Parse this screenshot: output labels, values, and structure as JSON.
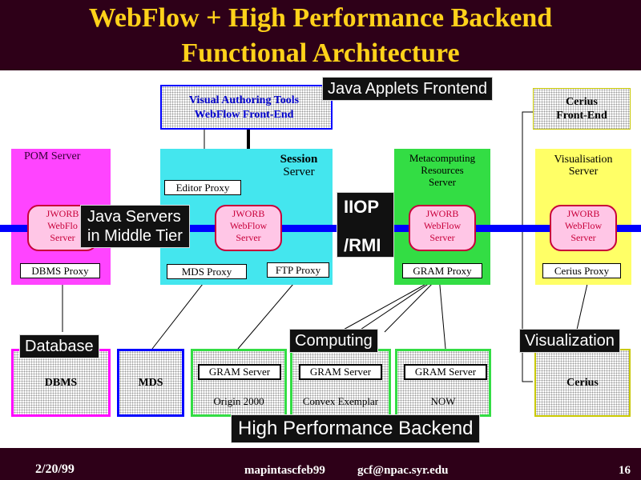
{
  "header": {
    "title_line1": "WebFlow + High Performance Backend",
    "title_line2": "Functional Architecture"
  },
  "frontend": {
    "authoring_line1": "Visual Authoring Tools",
    "authoring_line2": "WebFlow Front-End",
    "cerius_line1": "Cerius",
    "cerius_line2": "Front-End"
  },
  "servers": {
    "pom": {
      "title": "POM Server",
      "proxy": "DBMS Proxy"
    },
    "session": {
      "title_line1": "Session",
      "title_line2": "Server",
      "proxy_editor": "Editor Proxy",
      "proxy_mds": "MDS Proxy",
      "proxy_ftp": "FTP Proxy"
    },
    "meta": {
      "title_line1": "Metacomputing",
      "title_line2": "Resources",
      "title_line3": "Server",
      "proxy": "GRAM Proxy"
    },
    "vis": {
      "title_line1": "Visualisation",
      "title_line2": "Server",
      "proxy": "Cerius Proxy"
    }
  },
  "jworb": {
    "line1": "JWORB",
    "line2": "WebFlow",
    "line3": "Server",
    "partial_line2": "WebFlo",
    "partial_line3": "Server"
  },
  "callouts": {
    "java_applets": "Java Applets Frontend",
    "java_servers_line1": "Java Servers",
    "java_servers_line2": "in Middle Tier",
    "iiop": "IIOP",
    "rmi": "/RMI",
    "database": "Database",
    "computing": "Computing",
    "visualization": "Visualization",
    "high_perf": "High Performance Backend"
  },
  "backend": {
    "dbms": "DBMS",
    "mds": "MDS",
    "gram_server": "GRAM Server",
    "origin": "Origin 2000",
    "convex": "Convex Exemplar",
    "now": "NOW",
    "cerius": "Cerius"
  },
  "footer": {
    "date": "2/20/99",
    "file": "mapintascfeb99",
    "email": "gcf@npac.syr.edu",
    "page": "16"
  },
  "colors": {
    "header_bg": "#2e0018",
    "title": "#ffd21a",
    "pom": "#ff44ff",
    "session": "#44e6ee",
    "meta": "#33dd44",
    "vis": "#ffff66",
    "bus": "#0000ff",
    "jworb": "#c8003a"
  }
}
